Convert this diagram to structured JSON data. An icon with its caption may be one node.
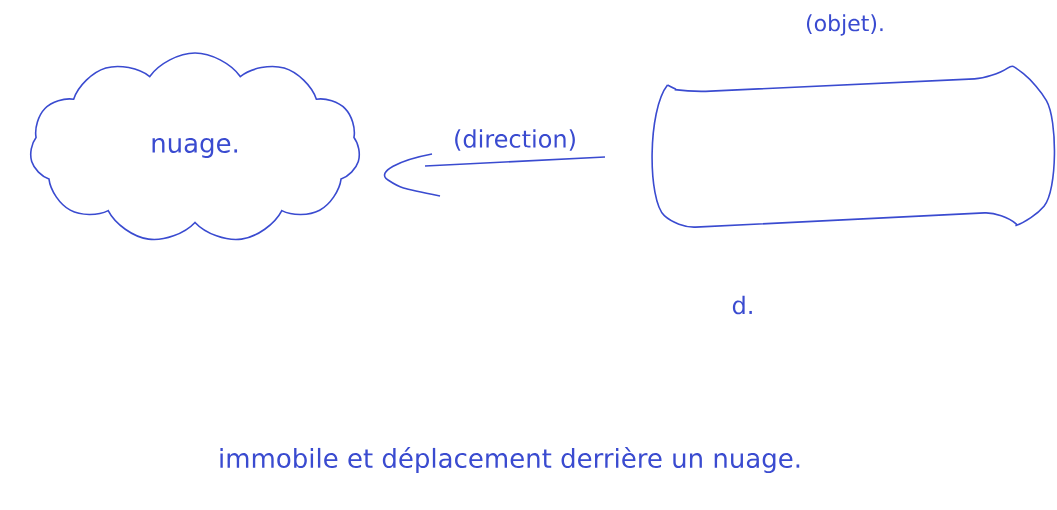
{
  "diagram": {
    "nodes": [
      {
        "text": [
          "nuage."
        ]
      },
      {
        "text": [
          "(objet)."
        ]
      }
    ],
    "labels": [
      "(direction)",
      "d.",
      "immobile et déplacement derrière un nuage."
    ]
  }
}
